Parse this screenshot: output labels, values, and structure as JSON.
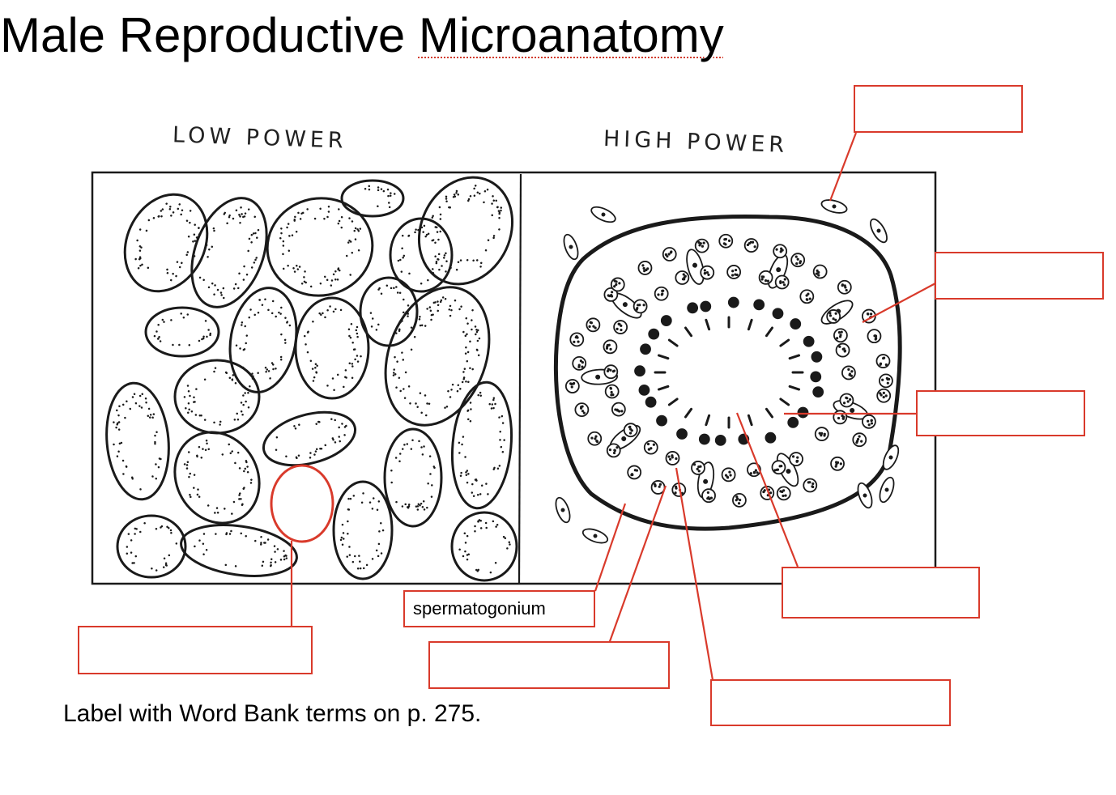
{
  "title": {
    "main": "Male Reproductive",
    "underlined": "Microanatomy"
  },
  "panels": {
    "low_power_label": "LOW POWER",
    "high_power_label": "HIGH POWER"
  },
  "labels": [
    {
      "id": "top-right",
      "text": ""
    },
    {
      "id": "right-upper",
      "text": ""
    },
    {
      "id": "right-middle",
      "text": ""
    },
    {
      "id": "bottom-right-upper",
      "text": ""
    },
    {
      "id": "bottom-right-lower",
      "text": ""
    },
    {
      "id": "bottom-center",
      "text": ""
    },
    {
      "id": "spermatogonium",
      "text": "spermatogonium"
    },
    {
      "id": "low-power-circled",
      "text": ""
    }
  ],
  "instruction": "Label with Word Bank terms on p. 275.",
  "colors": {
    "annotation": "#d93a2b",
    "ink": "#1a1a1a"
  }
}
